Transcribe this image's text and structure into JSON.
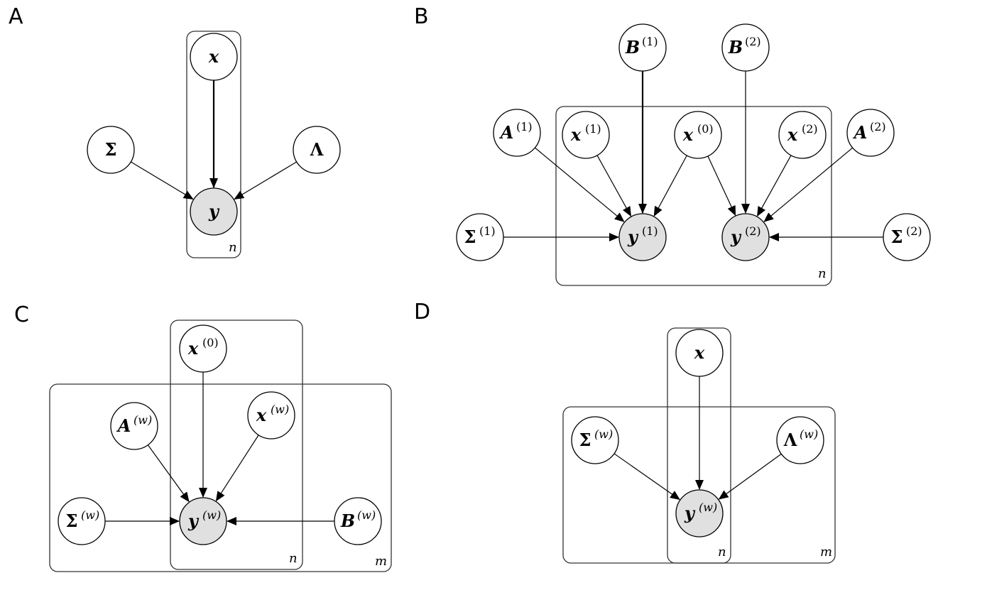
{
  "panels": {
    "A": {
      "label": "A",
      "plates": [
        {
          "id": "A-n",
          "label": "n"
        }
      ],
      "nodes": [
        {
          "id": "A-x",
          "main": "x",
          "sup": "",
          "greek": false,
          "observed": false
        },
        {
          "id": "A-y",
          "main": "y",
          "sup": "",
          "greek": false,
          "observed": true
        },
        {
          "id": "A-Sigma",
          "main": "Σ",
          "sup": "",
          "greek": true,
          "observed": false
        },
        {
          "id": "A-Lambda",
          "main": "Λ",
          "sup": "",
          "greek": true,
          "observed": false
        }
      ]
    },
    "B": {
      "label": "B",
      "plates": [
        {
          "id": "B-n",
          "label": "n"
        }
      ],
      "nodes": [
        {
          "id": "B-B1",
          "main": "B",
          "sup": "(1)",
          "greek": false,
          "observed": false
        },
        {
          "id": "B-B2",
          "main": "B",
          "sup": "(2)",
          "greek": false,
          "observed": false
        },
        {
          "id": "B-A1",
          "main": "A",
          "sup": "(1)",
          "greek": false,
          "observed": false
        },
        {
          "id": "B-x1",
          "main": "x",
          "sup": "(1)",
          "greek": false,
          "observed": false
        },
        {
          "id": "B-x0",
          "main": "x",
          "sup": "(0)",
          "greek": false,
          "observed": false
        },
        {
          "id": "B-x2",
          "main": "x",
          "sup": "(2)",
          "greek": false,
          "observed": false
        },
        {
          "id": "B-A2",
          "main": "A",
          "sup": "(2)",
          "greek": false,
          "observed": false
        },
        {
          "id": "B-S1",
          "main": "Σ",
          "sup": "(1)",
          "greek": true,
          "observed": false
        },
        {
          "id": "B-y1",
          "main": "y",
          "sup": "(1)",
          "greek": false,
          "observed": true
        },
        {
          "id": "B-y2",
          "main": "y",
          "sup": "(2)",
          "greek": false,
          "observed": true
        },
        {
          "id": "B-S2",
          "main": "Σ",
          "sup": "(2)",
          "greek": true,
          "observed": false
        }
      ]
    },
    "C": {
      "label": "C",
      "plates": [
        {
          "id": "C-n",
          "label": "n"
        },
        {
          "id": "C-m",
          "label": "m"
        }
      ],
      "nodes": [
        {
          "id": "C-x0",
          "main": "x",
          "sup": "(0)",
          "greek": false,
          "observed": false
        },
        {
          "id": "C-Aw",
          "main": "A",
          "sup": "(w)",
          "greek": false,
          "observed": false
        },
        {
          "id": "C-xw",
          "main": "x",
          "sup": "(w)",
          "greek": false,
          "observed": false
        },
        {
          "id": "C-Sw",
          "main": "Σ",
          "sup": "(w)",
          "greek": true,
          "observed": false
        },
        {
          "id": "C-yw",
          "main": "y",
          "sup": "(w)",
          "greek": false,
          "observed": true
        },
        {
          "id": "C-Bw",
          "main": "B",
          "sup": "(w)",
          "greek": false,
          "observed": false
        }
      ]
    },
    "D": {
      "label": "D",
      "plates": [
        {
          "id": "D-n",
          "label": "n"
        },
        {
          "id": "D-m",
          "label": "m"
        }
      ],
      "nodes": [
        {
          "id": "D-x",
          "main": "x",
          "sup": "",
          "greek": false,
          "observed": false
        },
        {
          "id": "D-Sw",
          "main": "Σ",
          "sup": "(w)",
          "greek": true,
          "observed": false
        },
        {
          "id": "D-Lw",
          "main": "Λ",
          "sup": "(w)",
          "greek": true,
          "observed": false
        },
        {
          "id": "D-yw",
          "main": "y",
          "sup": "(w)",
          "greek": false,
          "observed": true
        }
      ]
    }
  },
  "colors": {
    "observed_fill": "#e0e0e0",
    "node_fill": "#ffffff",
    "stroke": "#000000",
    "plate_stroke": "#333333"
  }
}
